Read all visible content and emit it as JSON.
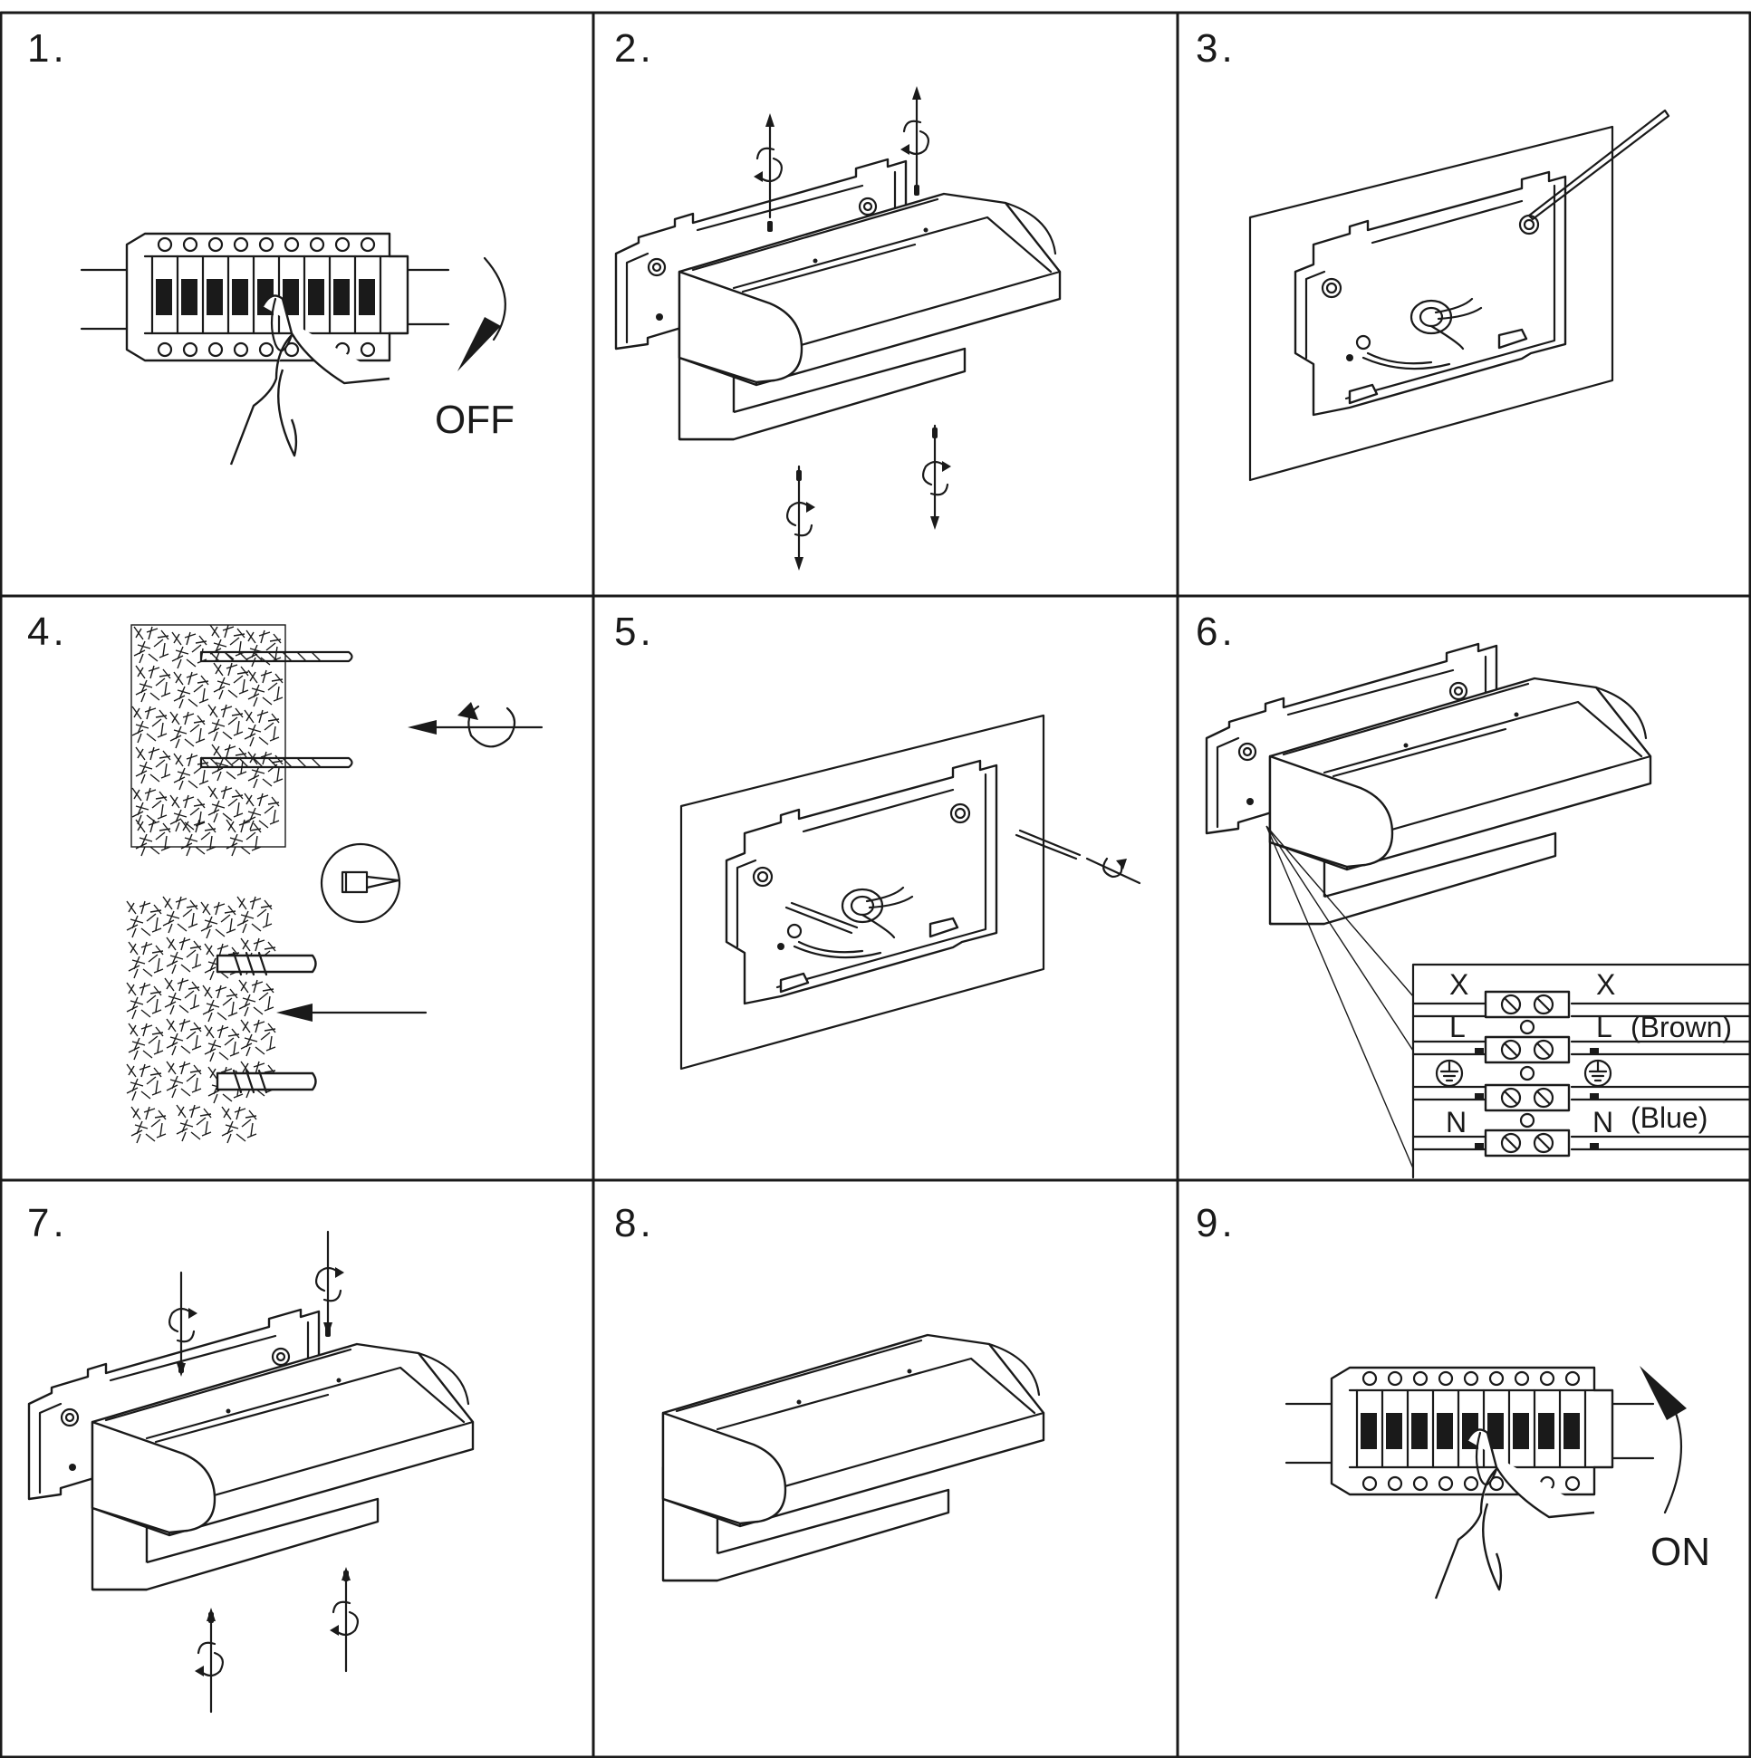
{
  "steps": [
    {
      "label": "1.",
      "caption": "OFF"
    },
    {
      "label": "2."
    },
    {
      "label": "3."
    },
    {
      "label": "4."
    },
    {
      "label": "5."
    },
    {
      "label": "6."
    },
    {
      "label": "7."
    },
    {
      "label": "8."
    },
    {
      "label": "9.",
      "caption": "ON"
    }
  ],
  "wiring": {
    "left_labels": [
      "X",
      "L",
      "N"
    ],
    "right_labels": [
      "X",
      "L",
      "N"
    ],
    "brown": "(Brown)",
    "blue": "(Blue)",
    "earth_symbol": "earth-ground-icon"
  },
  "colors": {
    "line": "#1a1a1a",
    "background": "#ffffff"
  }
}
